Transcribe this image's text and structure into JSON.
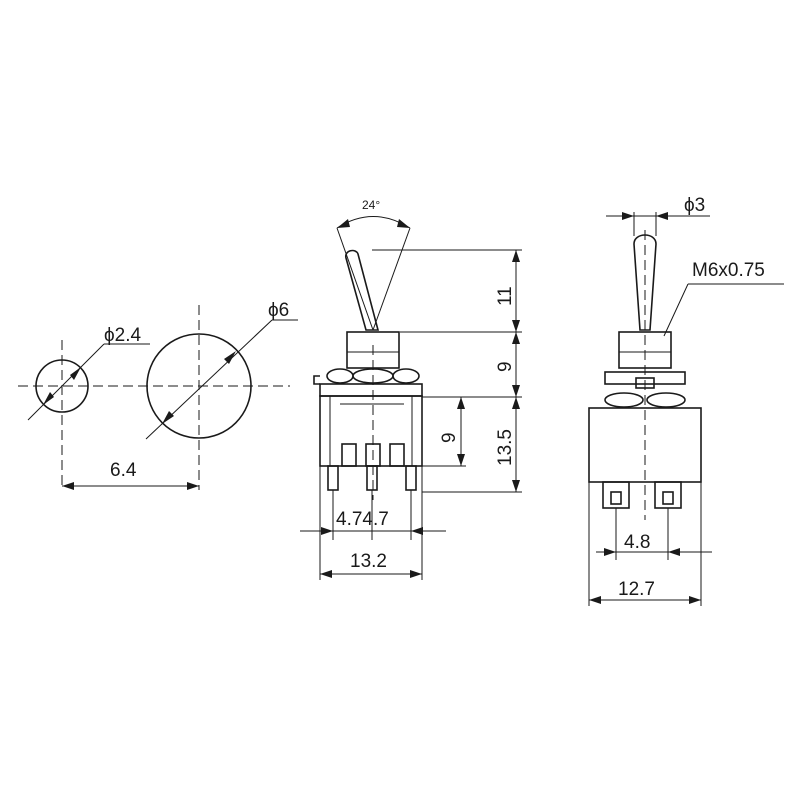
{
  "drawing": {
    "hole_small": {
      "diameter_label": "ϕ2.4"
    },
    "hole_large": {
      "diameter_label": "ϕ6"
    },
    "hole_spacing": {
      "label": "6.4"
    },
    "front_view": {
      "angle_label": "24°",
      "lever_height": "11",
      "bushing_height": "9",
      "body_height": "13.5",
      "terminal_height": "9",
      "pin_pitch": "4.74.7",
      "body_width": "13.2"
    },
    "side_view": {
      "lever_diameter": "ϕ3",
      "thread_label": "M6x0.75",
      "pin_pitch": "4.8",
      "body_width": "12.7"
    }
  }
}
